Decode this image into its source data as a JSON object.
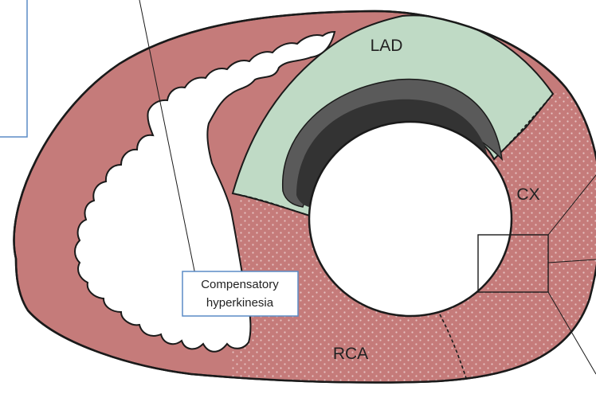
{
  "labels": {
    "lad": "LAD",
    "cx": "CX",
    "rca": "RCA",
    "callout_line1": "Compensatory",
    "callout_line2": "hyperkinesia"
  },
  "colors": {
    "myocardium": "#c57b7a",
    "lad_territory": "#bfdac5",
    "dark_scar": "#3a3a3a",
    "scar_outer": "#5a5a5a",
    "callout_border": "#5b8cc6",
    "outline": "#1a1a1a"
  }
}
